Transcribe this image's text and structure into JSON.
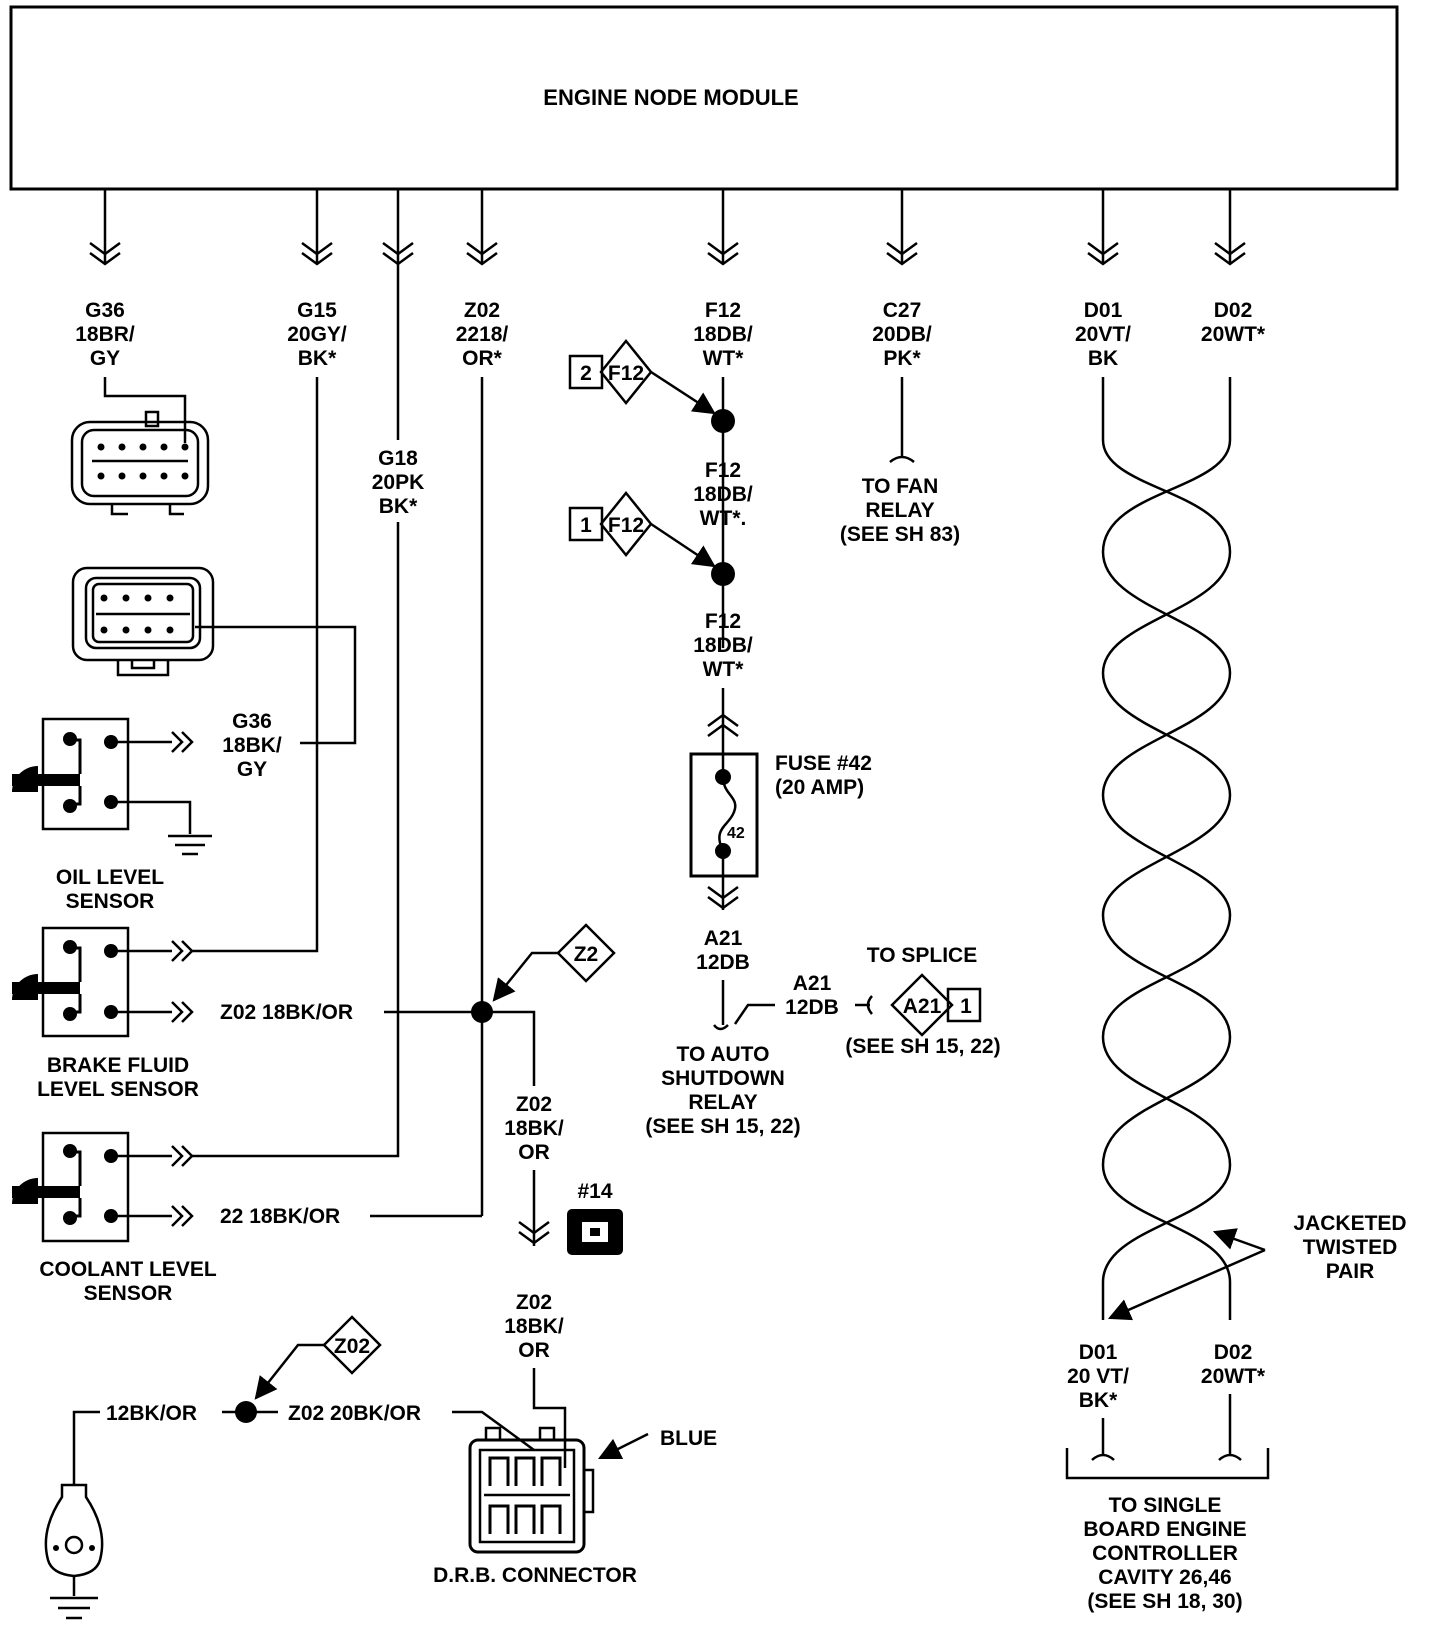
{
  "module": {
    "title": "ENGINE NODE MODULE"
  },
  "wires": {
    "g36_top": [
      "G36",
      "18BR/",
      "GY"
    ],
    "g15_top": [
      "G15",
      "20GY/",
      "BK*"
    ],
    "g18": [
      "G18",
      "20PK",
      "BK*"
    ],
    "z02_top": [
      "Z02",
      "2218/",
      "OR*"
    ],
    "f12_a": [
      "F12",
      "18DB/",
      "WT*"
    ],
    "f12_b": [
      "F12",
      "18DB/",
      "WT*."
    ],
    "f12_c": [
      "F12",
      "18DB/",
      "WT*"
    ],
    "c27": [
      "C27",
      "20DB/",
      "PK*"
    ],
    "d01_top": [
      "D01",
      "20VT/",
      "BK"
    ],
    "d02_top": [
      "D02",
      "20WT*"
    ],
    "g36_side": [
      "G36",
      "18BK/",
      "GY"
    ],
    "z02_brake": "Z02 18BK/OR",
    "z02_mid": [
      "Z02",
      "18BK/",
      "OR"
    ],
    "z02_low": [
      "Z02",
      "18BK/",
      "OR"
    ],
    "coolant_ground": "22 18BK/OR",
    "a21_fuse": [
      "A21",
      "12DB"
    ],
    "a21_side": [
      "A21",
      "12DB"
    ],
    "ground_left": "12BK/OR",
    "z02_drb": "Z02 20BK/OR",
    "d01_bottom": [
      "D01",
      "20 VT/",
      "BK*"
    ],
    "d02_bottom": [
      "D02",
      "20WT*"
    ]
  },
  "splices": {
    "f12_2": {
      "num": "2",
      "id": "F12"
    },
    "f12_1": {
      "num": "1",
      "id": "F12"
    },
    "z2": {
      "id": "Z2"
    },
    "a21": {
      "id": "A21",
      "num": "1"
    },
    "z02": {
      "id": "Z02"
    }
  },
  "labels": {
    "fuse": [
      "FUSE #42",
      "(20 AMP)"
    ],
    "fuse_number": "42",
    "fan_relay": [
      "TO FAN",
      "RELAY",
      "(SEE SH 83)"
    ],
    "to_splice": "TO SPLICE",
    "splice_ref": "(SEE SH 15, 22)",
    "asd_relay": [
      "TO AUTO",
      "SHUTDOWN",
      "RELAY",
      "(SEE SH 15, 22)"
    ],
    "oil_sensor": [
      "OIL LEVEL",
      "SENSOR"
    ],
    "brake_sensor": [
      "BRAKE FLUID",
      "LEVEL SENSOR"
    ],
    "coolant_sensor": [
      "COOLANT LEVEL",
      "SENSOR"
    ],
    "connector_14": "#14",
    "blue": "BLUE",
    "drb": "D.R.B. CONNECTOR",
    "twisted_pair": [
      "JACKETED",
      "TWISTED",
      "PAIR"
    ],
    "sbec": [
      "TO SINGLE",
      "BOARD ENGINE",
      "CONTROLLER",
      "CAVITY 26,46",
      "(SEE SH 18, 30)"
    ]
  }
}
